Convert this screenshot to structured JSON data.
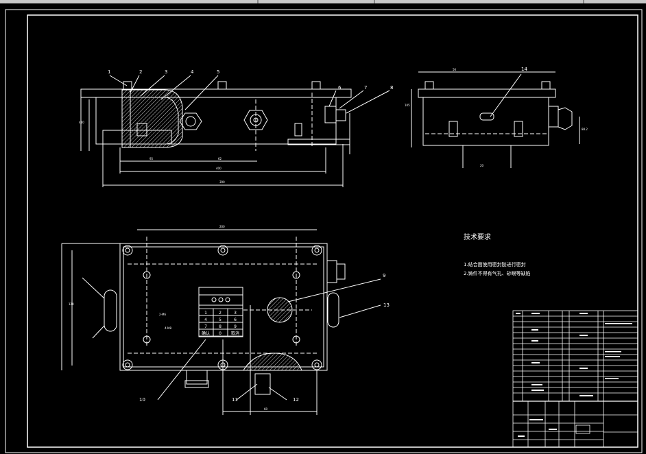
{
  "window": {
    "topbar_color": "#c8c8c8"
  },
  "colors": {
    "background": "#000000",
    "line": "#ffffff",
    "hatch": "#cccccc"
  },
  "part_numbers": [
    "1",
    "2",
    "3",
    "4",
    "5",
    "6",
    "7",
    "8",
    "9",
    "10",
    "11",
    "12",
    "13",
    "14"
  ],
  "keypad": {
    "keys": [
      "1",
      "2",
      "3",
      "4",
      "5",
      "6",
      "7",
      "8",
      "9",
      "确认",
      "0",
      "取消"
    ]
  },
  "technical_requirements": {
    "title": "技术要求",
    "items": [
      "1.结合面使用密封胶进行密封",
      "2.铸件不得有气孔、砂眼等缺陷"
    ]
  },
  "dimension_labels": [
    "390",
    "400",
    "410",
    "95",
    "62",
    "56",
    "105",
    "20",
    "88.2",
    "120",
    "200",
    "60",
    "2-M6",
    "4-M8"
  ],
  "title_block": {
    "parts_list_rows": 16
  }
}
